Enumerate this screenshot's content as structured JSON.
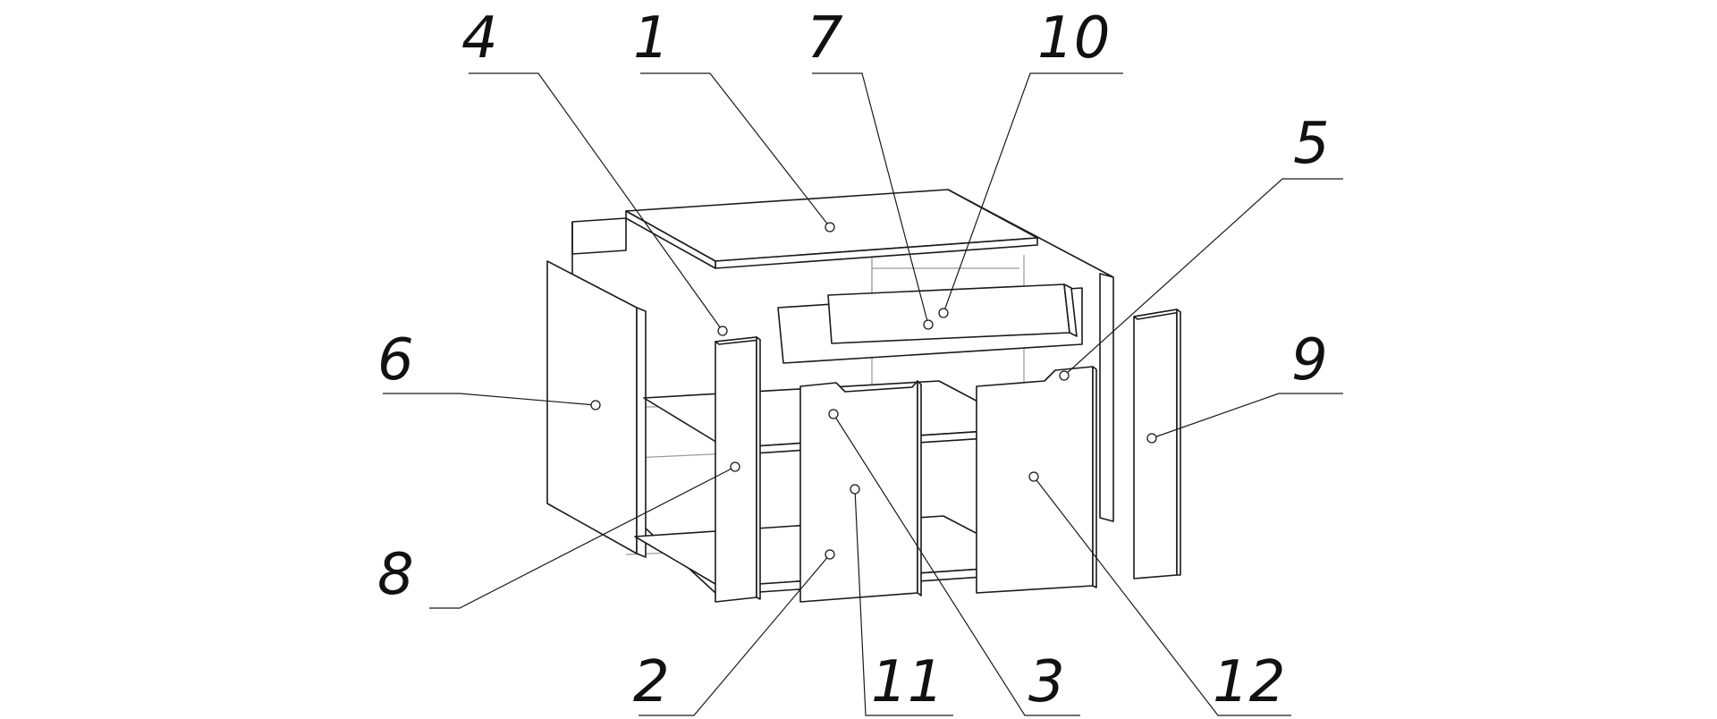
{
  "title": "",
  "colors": {
    "line": "#1a1a1a",
    "hidden": "#9a9a9a",
    "background": "#ffffff"
  },
  "parts": [
    {
      "id": "part-1",
      "label": "1"
    },
    {
      "id": "part-2",
      "label": "2"
    },
    {
      "id": "part-3",
      "label": "3"
    },
    {
      "id": "part-4",
      "label": "4"
    },
    {
      "id": "part-5",
      "label": "5"
    },
    {
      "id": "part-6",
      "label": "6"
    },
    {
      "id": "part-7",
      "label": "7"
    },
    {
      "id": "part-8",
      "label": "8"
    },
    {
      "id": "part-9",
      "label": "9"
    },
    {
      "id": "part-10",
      "label": "10"
    },
    {
      "id": "part-11",
      "label": "11"
    },
    {
      "id": "part-12",
      "label": "12"
    }
  ]
}
